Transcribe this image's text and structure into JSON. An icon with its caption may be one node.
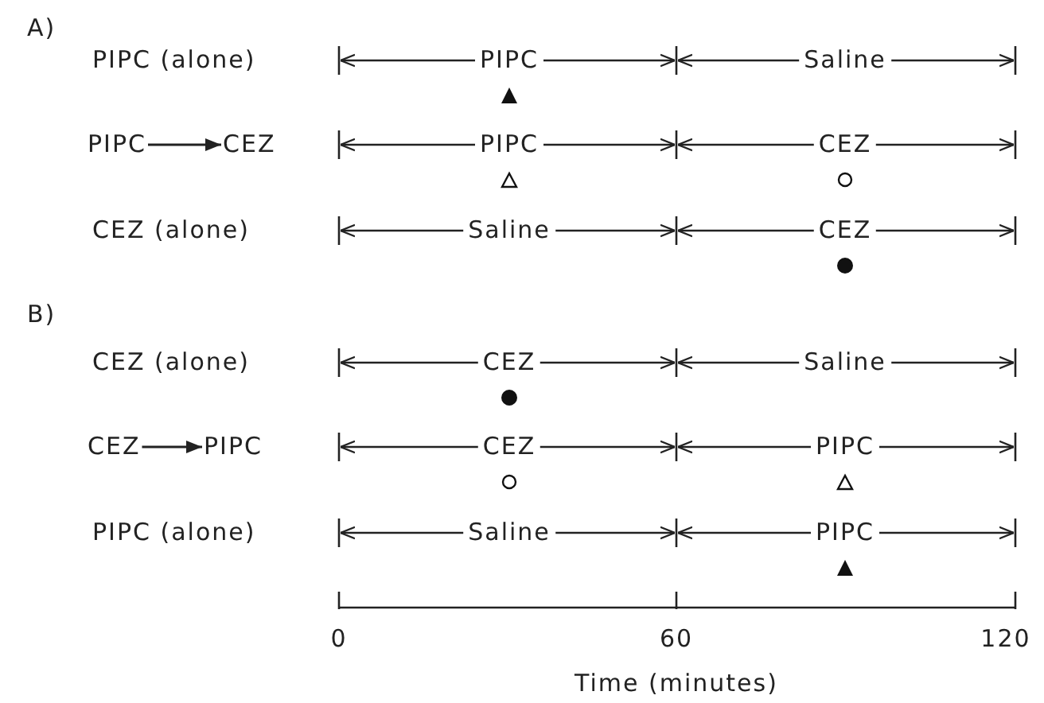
{
  "diagram": {
    "nodes": [
      {
        "text": [
          "PIPC"
        ]
      },
      {
        "text": [
          "CEZ"
        ]
      },
      {
        "text": [
          "CEZ"
        ]
      },
      {
        "text": [
          "PIPC"
        ]
      }
    ],
    "edges": [
      {
        "from": 0,
        "to": 1,
        "arrow": "to"
      },
      {
        "from": 2,
        "to": 3,
        "arrow": "to"
      }
    ],
    "labels": [
      "A)",
      "PIPC (alone)",
      "PIPC",
      "Saline",
      "PIPC",
      "CEZ",
      "CEZ (alone)",
      "Saline",
      "CEZ",
      "B)",
      "CEZ (alone)",
      "CEZ",
      "Saline",
      "CEZ",
      "PIPC",
      "PIPC (alone)",
      "Saline",
      "PIPC",
      "0",
      "60",
      "120",
      "Time (minutes)"
    ]
  }
}
